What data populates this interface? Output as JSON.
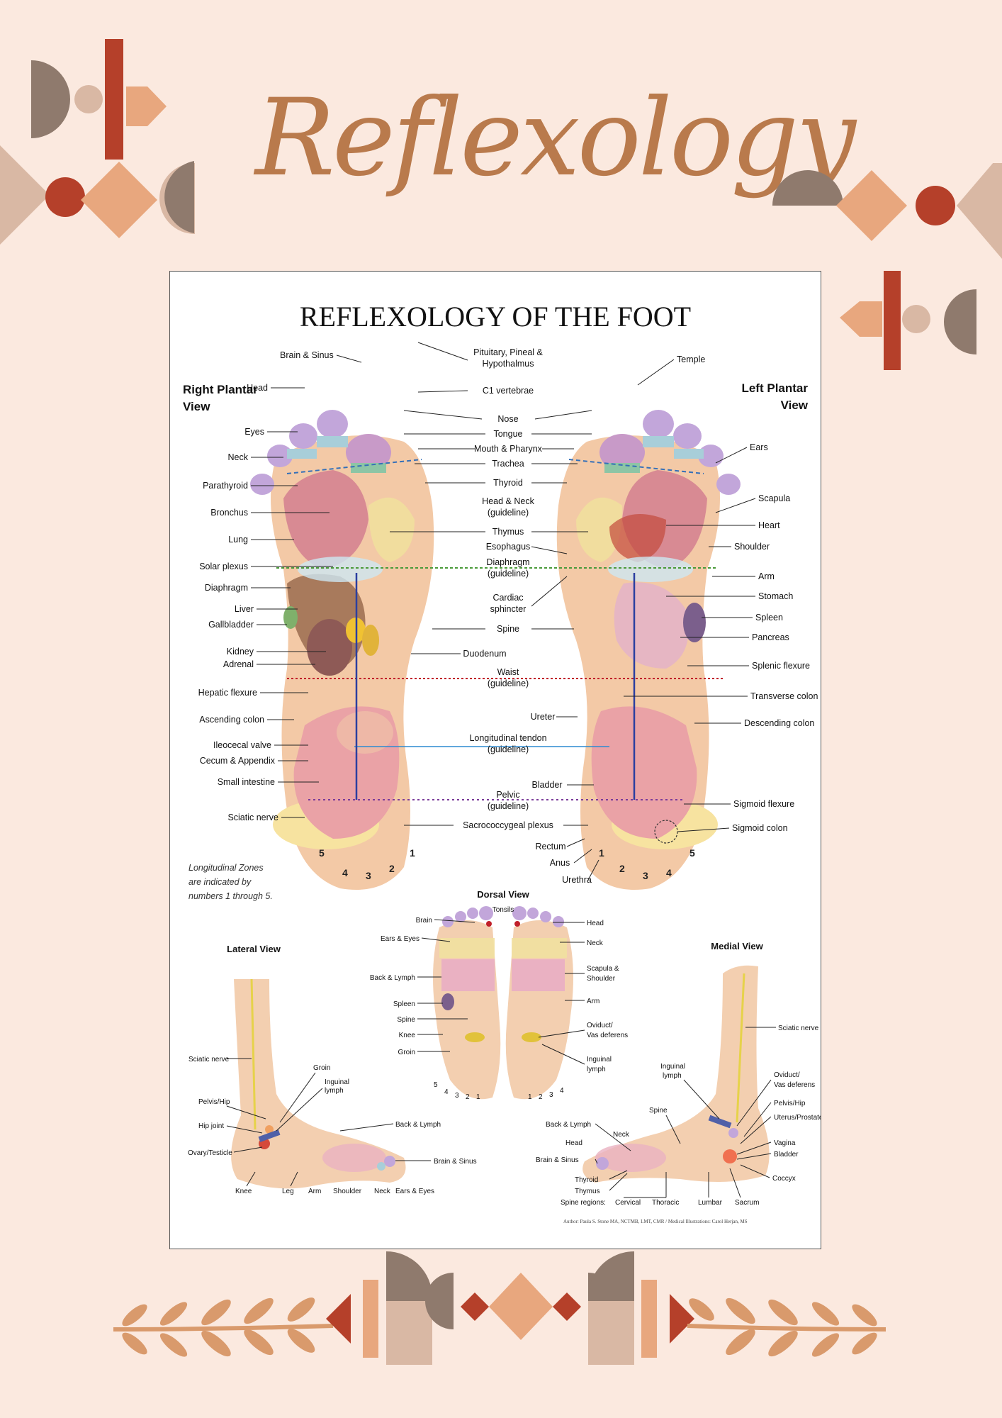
{
  "page_title": "Reflexology",
  "chart": {
    "title": "REFLEXOLOGY OF THE FOOT",
    "right_plantar_view": [
      "Right Plantar",
      "View"
    ],
    "left_plantar_view": [
      "Left Plantar",
      "View"
    ],
    "dorsal_view": "Dorsal View",
    "lateral_view": "Lateral View",
    "medial_view": "Medial View",
    "zones_note": [
      "Longitudinal Zones",
      "are indicated by",
      "numbers 1 through 5."
    ],
    "zone_numbers_right": [
      "5",
      "4",
      "3",
      "2",
      "1"
    ],
    "zone_numbers_left": [
      "1",
      "2",
      "3",
      "4",
      "5"
    ],
    "labels_left_side": [
      "Brain & Sinus",
      "Head",
      "Eyes",
      "Neck",
      "Parathyroid",
      "Bronchus",
      "Lung",
      "Solar plexus",
      "Diaphragm",
      "Liver",
      "Gallbladder",
      "Kidney",
      "Adrenal",
      "Hepatic flexure",
      "Ascending colon",
      "Ileocecal valve",
      "Cecum & Appendix",
      "Small intestine",
      "Sciatic nerve"
    ],
    "labels_center": [
      "Pituitary, Pineal &",
      "Hypothalmus",
      "C1 vertebrae",
      "Nose",
      "Tongue",
      "Mouth & Pharynx",
      "Trachea",
      "Thyroid",
      "Head & Neck",
      "(guideline)",
      "Thymus",
      "Esophagus",
      "Diaphragm",
      "(guideline)",
      "Cardiac",
      "sphincter",
      "Spine",
      "Duodenum",
      "Waist",
      "(guideline)",
      "Ureter",
      "Longitudinal tendon",
      "(guideline)",
      "Bladder",
      "Pelvic",
      "(guideline)",
      "Sacrococcygeal plexus",
      "Rectum",
      "Anus",
      "Urethra"
    ],
    "labels_right_side": [
      "Temple",
      "Ears",
      "Scapula",
      "Heart",
      "Shoulder",
      "Arm",
      "Stomach",
      "Spleen",
      "Pancreas",
      "Splenic flexure",
      "Transverse colon",
      "Descending colon",
      "Sigmoid flexure",
      "Sigmoid colon"
    ],
    "dorsal_labels_left": [
      "Brain",
      "Ears & Eyes",
      "Back & Lymph",
      "Spleen",
      "Spine",
      "Knee",
      "Groin"
    ],
    "dorsal_labels_top": "Tonsils",
    "dorsal_labels_right": [
      "Head",
      "Neck",
      "Scapula &",
      "Shoulder",
      "Arm",
      "Oviduct/",
      "Vas deferens",
      "Inguinal",
      "lymph"
    ],
    "dorsal_zone_numbers_left": [
      "5",
      "4",
      "3",
      "2",
      "1"
    ],
    "dorsal_zone_numbers_right": [
      "1",
      "2",
      "3",
      "4"
    ],
    "lateral_labels": [
      "Sciatic nerve",
      "Groin",
      "Inguinal",
      "lymph",
      "Pelvis/Hip",
      "Hip joint",
      "Ovary/Testicle",
      "Back & Lymph",
      "Brain & Sinus",
      "Knee",
      "Leg",
      "Arm",
      "Shoulder",
      "Neck",
      "Ears & Eyes"
    ],
    "medial_labels": [
      "Sciatic nerve",
      "Inguinal",
      "lymph",
      "Oviduct/",
      "Vas deferens",
      "Pelvis/Hip",
      "Uterus/Prostate",
      "Vagina",
      "Bladder",
      "Coccyx",
      "Spine",
      "Back & Lymph",
      "Neck",
      "Head",
      "Brain & Sinus",
      "Thyroid",
      "Thymus",
      "Spine regions:",
      "Cervical",
      "Thoracic",
      "Lumbar",
      "Sacrum"
    ],
    "credit": "Author: Paula S. Stone MA, NCTMB, LMT, CMR / Medical Illustrations: Carol Herjan, MS"
  },
  "colors": {
    "background": "#fbe9df",
    "title": "#b97a4c",
    "rust": "#b5402a",
    "taupe": "#8f7a6d",
    "peach": "#e8a77e",
    "tan": "#d9b8a4"
  }
}
